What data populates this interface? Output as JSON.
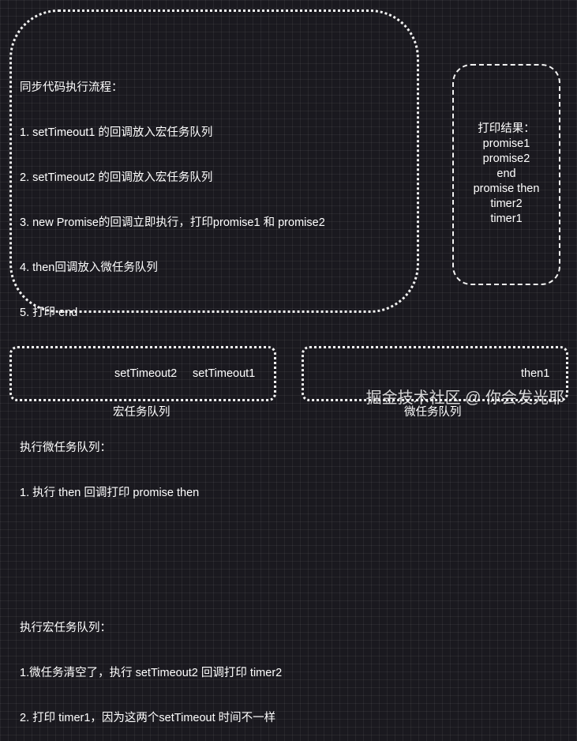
{
  "flow": {
    "lines": [
      "同步代码执行流程：",
      "1. setTimeout1 的回调放入宏任务队列",
      "2. setTimeout2 的回调放入宏任务队列",
      "3. new Promise的回调立即执行，打印promise1 和 promise2",
      "4. then回调放入微任务队列",
      "5. 打印 end",
      "",
      "",
      "执行微任务队列：",
      "1. 执行 then 回调打印 promise then",
      "",
      "",
      "执行宏任务队列：",
      "1.微任务清空了，执行 setTimeout2 回调打印 timer2",
      "2. 打印 timer1，因为这两个setTimeout 时间不一样"
    ]
  },
  "result": {
    "lines": [
      "打印结果：",
      "promise1",
      "promise2",
      "end",
      "promise then",
      "timer2",
      "timer1"
    ]
  },
  "macro_queue": {
    "items": [
      "setTimeout2",
      "setTimeout1"
    ],
    "label": "宏任务队列"
  },
  "micro_queue": {
    "items": [
      "then1"
    ],
    "label": "微任务队列"
  },
  "watermark": "掘金技术社区 @ 你会发光耶"
}
